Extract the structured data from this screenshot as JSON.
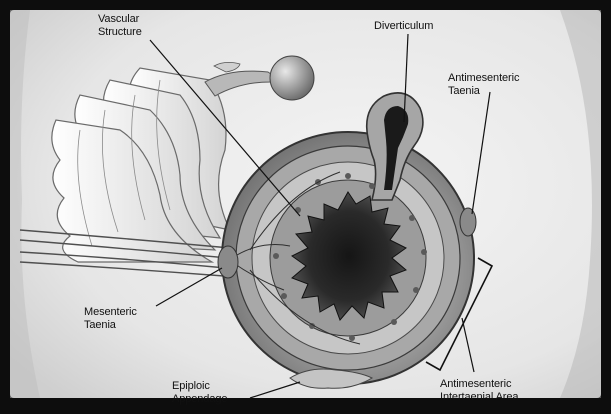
{
  "labels": {
    "vascular_structure": [
      "Vascular",
      "Structure"
    ],
    "diverticulum": "Diverticulum",
    "antimesenteric_taenia": [
      "Antimesenteric",
      "Taenia"
    ],
    "mesenteric_taenia": [
      "Mesenteric",
      "Taenia"
    ],
    "epiploic_appendage": [
      "Epiploic",
      "Appendage"
    ],
    "antimesenteric_intertaenial_area": [
      "Antimesenteric",
      "Intertaenial Area"
    ]
  }
}
